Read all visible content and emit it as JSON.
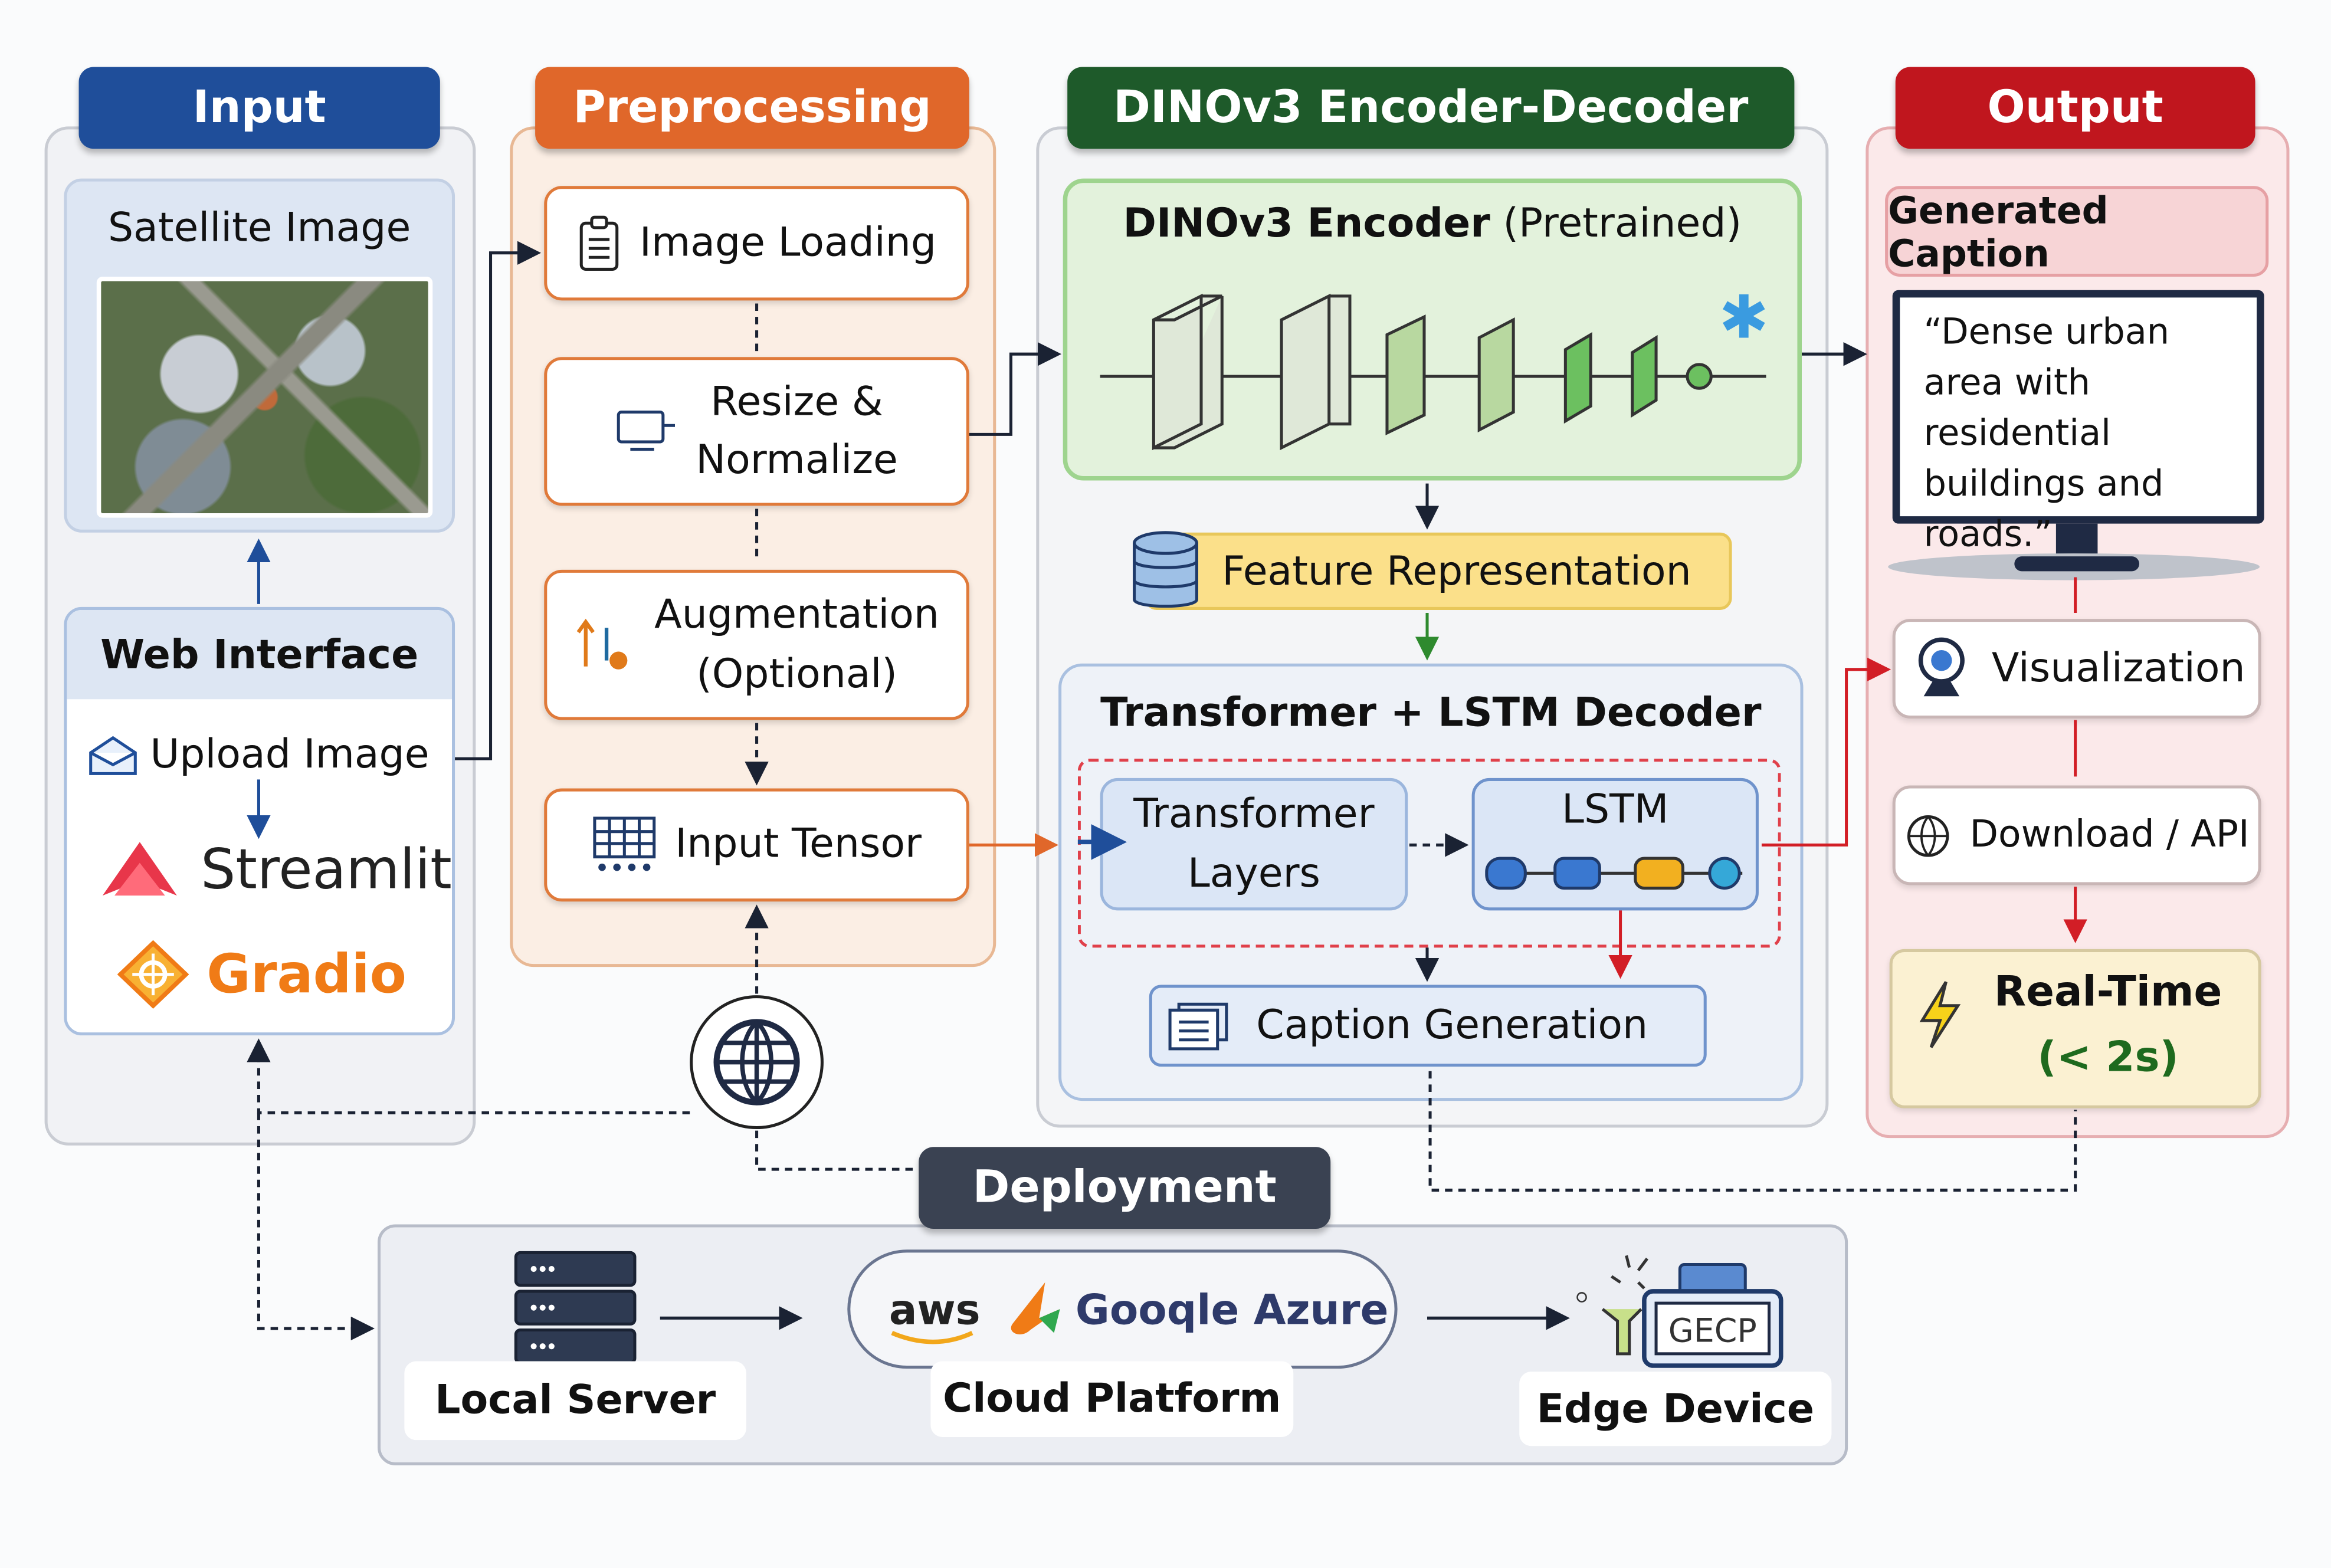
{
  "headers": {
    "input": "Input",
    "preprocessing": "Preprocessing",
    "model": "DINOv3 Encoder-Decoder",
    "output": "Output",
    "deployment": "Deployment"
  },
  "input": {
    "satellite_title": "Satellite Image",
    "web_title": "Web Interface",
    "upload": "Upload Image",
    "streamlit": "Streamlit",
    "gradio": "Gradio"
  },
  "preprocessing": {
    "steps": [
      "Image Loading",
      "Resize &\nNormalize",
      "Augmentation\n(Optional)",
      "Input Tensor"
    ]
  },
  "model": {
    "encoder_title": "DINOv3 Encoder",
    "encoder_note": "(Pretrained)",
    "feature": "Feature Representation",
    "decoder_title": "Transformer + LSTM Decoder",
    "transformer": "Transformer\nLayers",
    "lstm": "LSTM",
    "caption_gen": "Caption Generation"
  },
  "output": {
    "generated_caption": "Generated Caption",
    "caption_text": "“Dense urban area with residential buildings and roads.”",
    "visualization": "Visualization",
    "download": "Download / API",
    "realtime": "Real-Time",
    "realtime_note": "(< 2s)"
  },
  "deployment": {
    "local": "Local Server",
    "cloud_logos": "Gooqle Azure",
    "aws": "aws",
    "cloud": "Cloud Platform",
    "edge_chip": "GECP",
    "edge": "Edge Device"
  },
  "colors": {
    "input": "#1f4e9a",
    "preprocessing": "#e0672a",
    "model": "#1e5a2a",
    "output": "#c0161e",
    "deployment": "#3a4252"
  }
}
